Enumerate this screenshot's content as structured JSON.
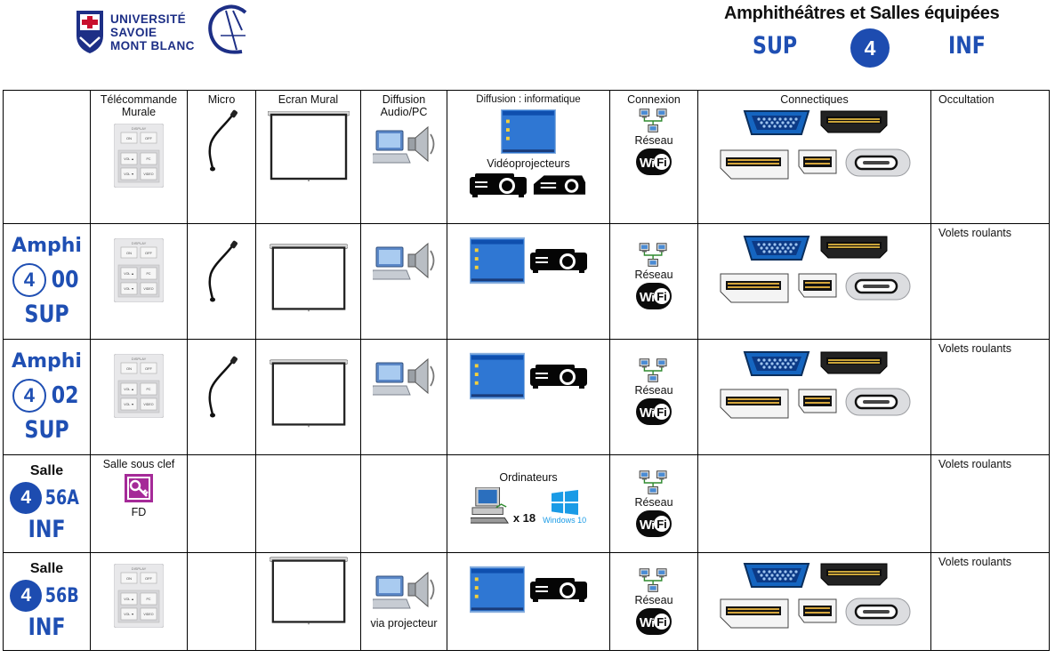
{
  "header": {
    "university": [
      "UNIVERSITÉ",
      "SAVOIE",
      "MONT BLANC"
    ],
    "title": "Amphithéâtres et Salles équipées",
    "floor_sup": "SUP",
    "floor_number": "4",
    "floor_inf": "INF"
  },
  "columns": {
    "telecommande": "Télécommande Murale",
    "micro": "Micro",
    "ecran": "Ecran Mural",
    "diffusion_audio": "Diffusion Audio/PC",
    "diffusion_info": "Diffusion : informatique",
    "connexion": "Connexion",
    "connectiques": "Connectiques",
    "occultation": "Occultation"
  },
  "legend": {
    "videoprojecteurs": "Vidéoprojecteurs",
    "reseau": "Réseau"
  },
  "rooms": [
    {
      "type": "Amphi",
      "number_circle": "4",
      "number_rest": "00",
      "level": "SUP",
      "occultation": "Volets roulants",
      "reseau": "Réseau"
    },
    {
      "type": "Amphi",
      "number_circle": "4",
      "number_rest": "02",
      "level": "SUP",
      "occultation": "Volets roulants",
      "reseau": "Réseau"
    },
    {
      "type": "Salle",
      "number_circle": "4",
      "number_rest": "56A",
      "level": "INF",
      "occultation": "Volets roulants",
      "reseau": "Réseau",
      "telecommande_text": "Salle sous clef",
      "telecommande_sub": "FD",
      "diffusion_title": "Ordinateurs",
      "computers_count": "x 18",
      "windows": "Windows 10"
    },
    {
      "type": "Salle",
      "number_circle": "4",
      "number_rest": "56B",
      "level": "INF",
      "occultation": "Volets roulants",
      "reseau": "Réseau",
      "audio_note": "via projecteur"
    }
  ],
  "connectors": {
    "vga": "VGA",
    "hdmi": "HDMI",
    "displayport": "DisplayPort",
    "mini_displayport": "Mini DisplayPort",
    "usbc": "USB-C"
  },
  "colors": {
    "brand_blue": "#1d4cb0",
    "light_blue": "#1f4fb3",
    "usmb_navy": "#1d2f86"
  }
}
